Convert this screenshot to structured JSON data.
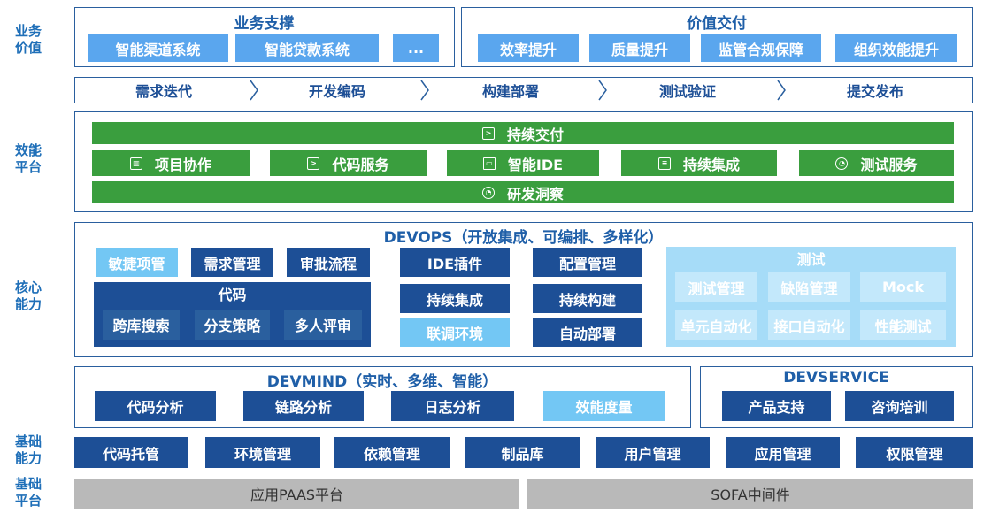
{
  "labels": {
    "biz_value": [
      "业务",
      "价值"
    ],
    "eff_platform": [
      "效能",
      "平台"
    ],
    "core_ability": [
      "核心",
      "能力"
    ],
    "base_ability": [
      "基础",
      "能力"
    ],
    "base_platform": [
      "基础",
      "平台"
    ]
  },
  "business_support": {
    "title": "业务支撑",
    "items": [
      "智能渠道系统",
      "智能贷款系统",
      "..."
    ]
  },
  "value_delivery": {
    "title": "价值交付",
    "items": [
      "效率提升",
      "质量提升",
      "监管合规保障",
      "组织效能提升"
    ]
  },
  "flow": [
    "需求迭代",
    "开发编码",
    "构建部署",
    "测试验证",
    "提交发布"
  ],
  "efficiency": {
    "top": "持续交付",
    "middle": [
      "项目协作",
      "代码服务",
      "智能IDE",
      "持续集成",
      "测试服务"
    ],
    "bottom": "研发洞察"
  },
  "devops": {
    "title": "DEVOPS（开放集成、可编排、多样化）",
    "row1": [
      "敏捷项管",
      "需求管理",
      "审批流程"
    ],
    "code": {
      "title": "代码",
      "items": [
        "跨库搜索",
        "分支策略",
        "多人评审"
      ]
    },
    "col_a": [
      "IDE插件",
      "持续集成",
      "联调环境"
    ],
    "col_b": [
      "配置管理",
      "持续构建",
      "自动部署"
    ],
    "test": {
      "title": "测试",
      "items": [
        "测试管理",
        "缺陷管理",
        "Mock",
        "单元自动化",
        "接口自动化",
        "性能测试"
      ]
    }
  },
  "devmind": {
    "title": "DEVMIND（实时、多维、智能）",
    "items": [
      "代码分析",
      "链路分析",
      "日志分析",
      "效能度量"
    ]
  },
  "devservice": {
    "title": "DEVSERVICE",
    "items": [
      "产品支持",
      "咨询培训"
    ]
  },
  "base_abilities": [
    "代码托管",
    "环境管理",
    "依赖管理",
    "制品库",
    "用户管理",
    "应用管理",
    "权限管理"
  ],
  "base_platforms": [
    "应用PAAS平台",
    "SOFA中间件"
  ]
}
